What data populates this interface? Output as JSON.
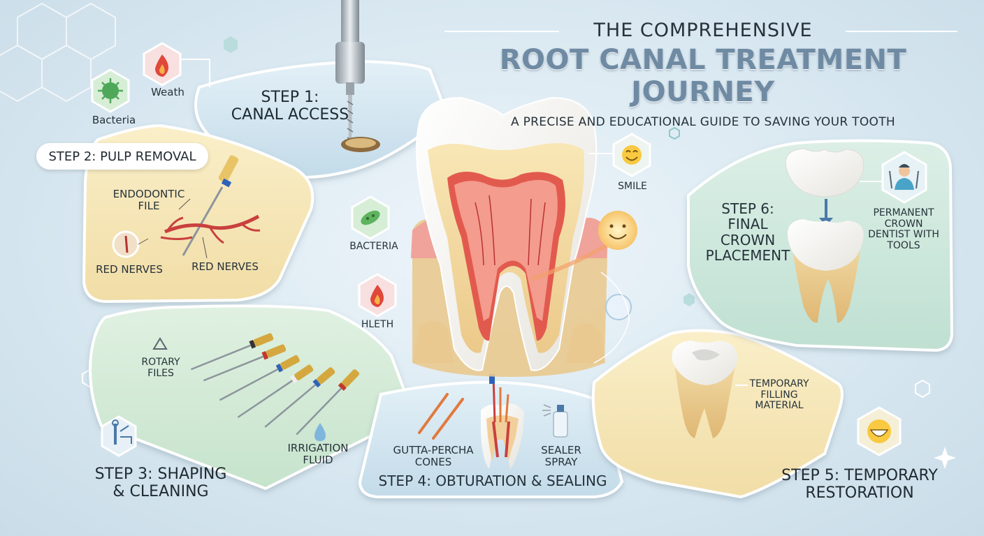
{
  "header": {
    "top_line": "THE COMPREHENSIVE",
    "main_title": "ROOT CANAL TREATMENT JOURNEY",
    "subtitle": "A PRECISE AND EDUCATIONAL GUIDE TO SAVING YOUR TOOTH"
  },
  "steps": {
    "step1": "STEP 1:\nCANAL ACCESS",
    "step2": "STEP 2: PULP REMOVAL",
    "step3": "STEP 3: SHAPING\n& CLEANING",
    "step4": "STEP 4: OBTURATION & SEALING",
    "step5": "STEP 5: TEMPORARY\nRESTORATION",
    "step6": "STEP 6:\nFINAL\nCROWN\nPLACEMENT"
  },
  "labels": {
    "weath": "Weath",
    "bacteria_left": "Bacteria",
    "endodontic_file": "ENDODONTIC\nFILE",
    "red_nerves_1": "RED NERVES",
    "red_nerves_2": "RED NERVES",
    "rotary_files": "ROTARY\nFILES",
    "irrigation_fluid": "IRRIGATION\nFLUID",
    "gutta_percha": "GUTTA-PERCHA\nCONES",
    "sealer_spray": "SEALER\nSPRAY",
    "temporary_filling": "TEMPORARY\nFILLING\nMATERIAL",
    "permanent_crown": "PERMANENT\nCROWN\nDENTIST WITH\nTOOLS",
    "smile": "SMILE",
    "bacteria_center": "BACTERIA",
    "hleth": "HLETH"
  },
  "colors": {
    "panel_blue": "#cfe3ee",
    "panel_yellow": "#f6e6b8",
    "panel_green": "#d4ead7",
    "panel_teal": "#cfe6dc",
    "title_accent": "#6f8aa3",
    "nerve_red": "#c9403f",
    "tooth_white": "#f7f5f0"
  },
  "icons": [
    "virus-icon",
    "flame-icon",
    "smile-icon",
    "bacteria-icon",
    "dentist-icon",
    "droplet-icon",
    "warning-icon",
    "syringe-icon",
    "spray-icon",
    "grin-icon"
  ]
}
